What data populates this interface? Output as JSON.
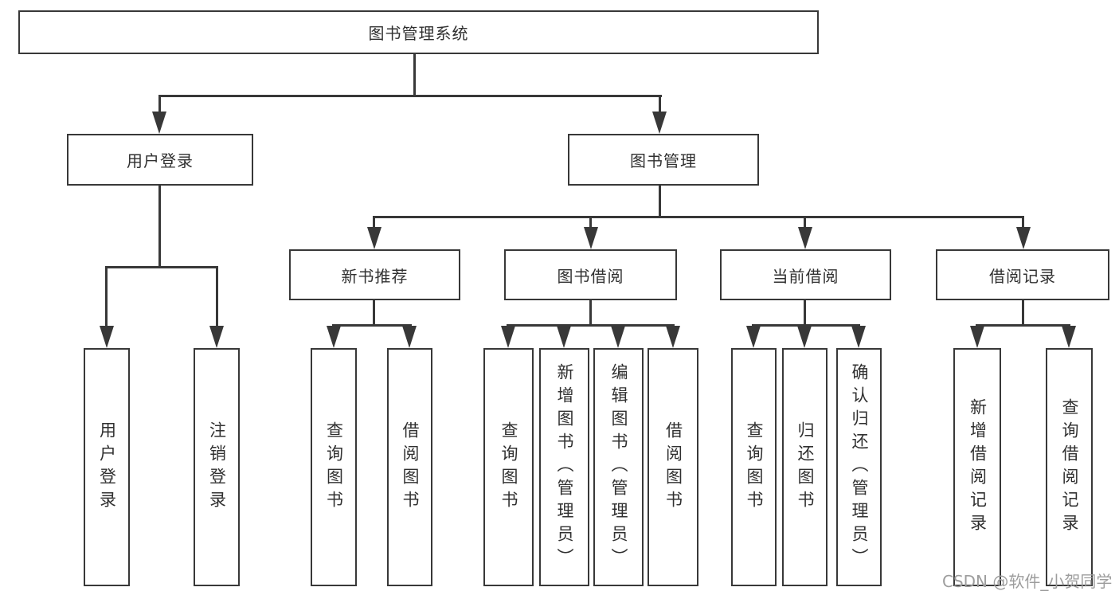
{
  "diagram": {
    "type": "tree",
    "tree": {
      "label": "图书管理系统",
      "children": [
        {
          "label": "用户登录",
          "children": [
            {
              "label": "用户登录"
            },
            {
              "label": "注销登录"
            }
          ]
        },
        {
          "label": "图书管理",
          "children": [
            {
              "label": "新书推荐",
              "children": [
                {
                  "label": "查询图书"
                },
                {
                  "label": "借阅图书"
                }
              ]
            },
            {
              "label": "图书借阅",
              "children": [
                {
                  "label": "查询图书"
                },
                {
                  "label": "新增图书（管理员）"
                },
                {
                  "label": "编辑图书（管理员）"
                },
                {
                  "label": "借阅图书"
                }
              ]
            },
            {
              "label": "当前借阅",
              "children": [
                {
                  "label": "查询图书"
                },
                {
                  "label": "归还图书"
                },
                {
                  "label": "确认归还（管理员）"
                }
              ]
            },
            {
              "label": "借阅记录",
              "children": [
                {
                  "label": "新增借阅记录"
                },
                {
                  "label": "查询借阅记录"
                }
              ]
            }
          ]
        }
      ]
    },
    "colors": {
      "line": "#383838",
      "text": "#303030",
      "background": "#ffffff"
    }
  },
  "watermark": {
    "text": "CSDN @软件_小贺同学",
    "color": "#9d9d9d"
  }
}
